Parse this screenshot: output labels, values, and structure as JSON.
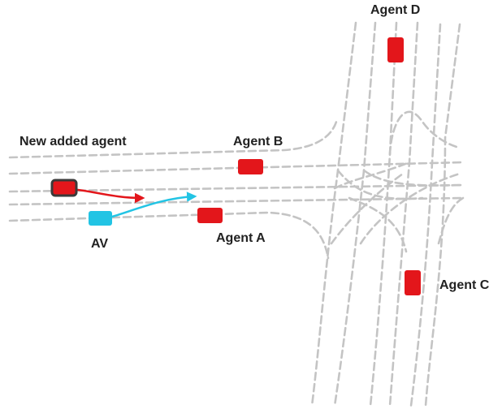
{
  "colors": {
    "agent": "#e3161b",
    "av": "#22c4e4",
    "lane": "#c4c4c4",
    "new_agent_outline": "#3a3a3a"
  },
  "labels": {
    "new_agent": "New added agent",
    "agent_a": "Agent A",
    "agent_b": "Agent B",
    "agent_c": "Agent C",
    "agent_d": "Agent D",
    "av": "AV"
  }
}
